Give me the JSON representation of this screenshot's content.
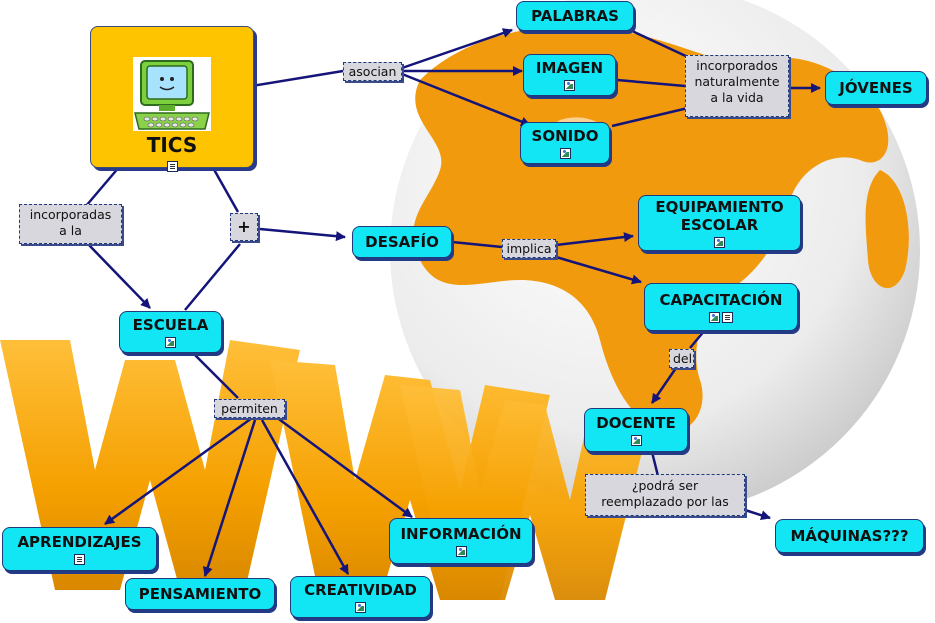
{
  "map": {
    "root": {
      "label": "TICS",
      "icon": "computer-clipart-icon"
    },
    "concepts": {
      "palabras": "PALABRAS",
      "imagen": "IMAGEN",
      "sonido": "SONIDO",
      "jovenes": "JÓVENES",
      "desafio": "DESAFÍO",
      "equipamiento": [
        "EQUIPAMIENTO",
        "ESCOLAR"
      ],
      "capacitacion": "CAPACITACIÓN",
      "escuela": "ESCUELA",
      "docente": "DOCENTE",
      "maquinas": "MÁQUINAS???",
      "aprendizajes": "APRENDIZAJES",
      "pensamiento": "PENSAMIENTO",
      "creatividad": "CREATIVIDAD",
      "informacion": "INFORMACIÓN"
    },
    "linking_phrases": {
      "asocian": "asocian",
      "incorporados": [
        "incorporados",
        "naturalmente",
        "a la vida"
      ],
      "incorporadas": [
        "incorporadas",
        "a la"
      ],
      "plus": "+",
      "implica": "implica",
      "del": "del",
      "permiten": "permiten",
      "podra": [
        "¿podrá ser",
        "reemplazado por las"
      ]
    }
  },
  "colors": {
    "concept_fill": "#12e6f5",
    "root_fill": "#ffc400",
    "link_line": "#14147a",
    "phrase_fill": "#d7d7dd"
  }
}
